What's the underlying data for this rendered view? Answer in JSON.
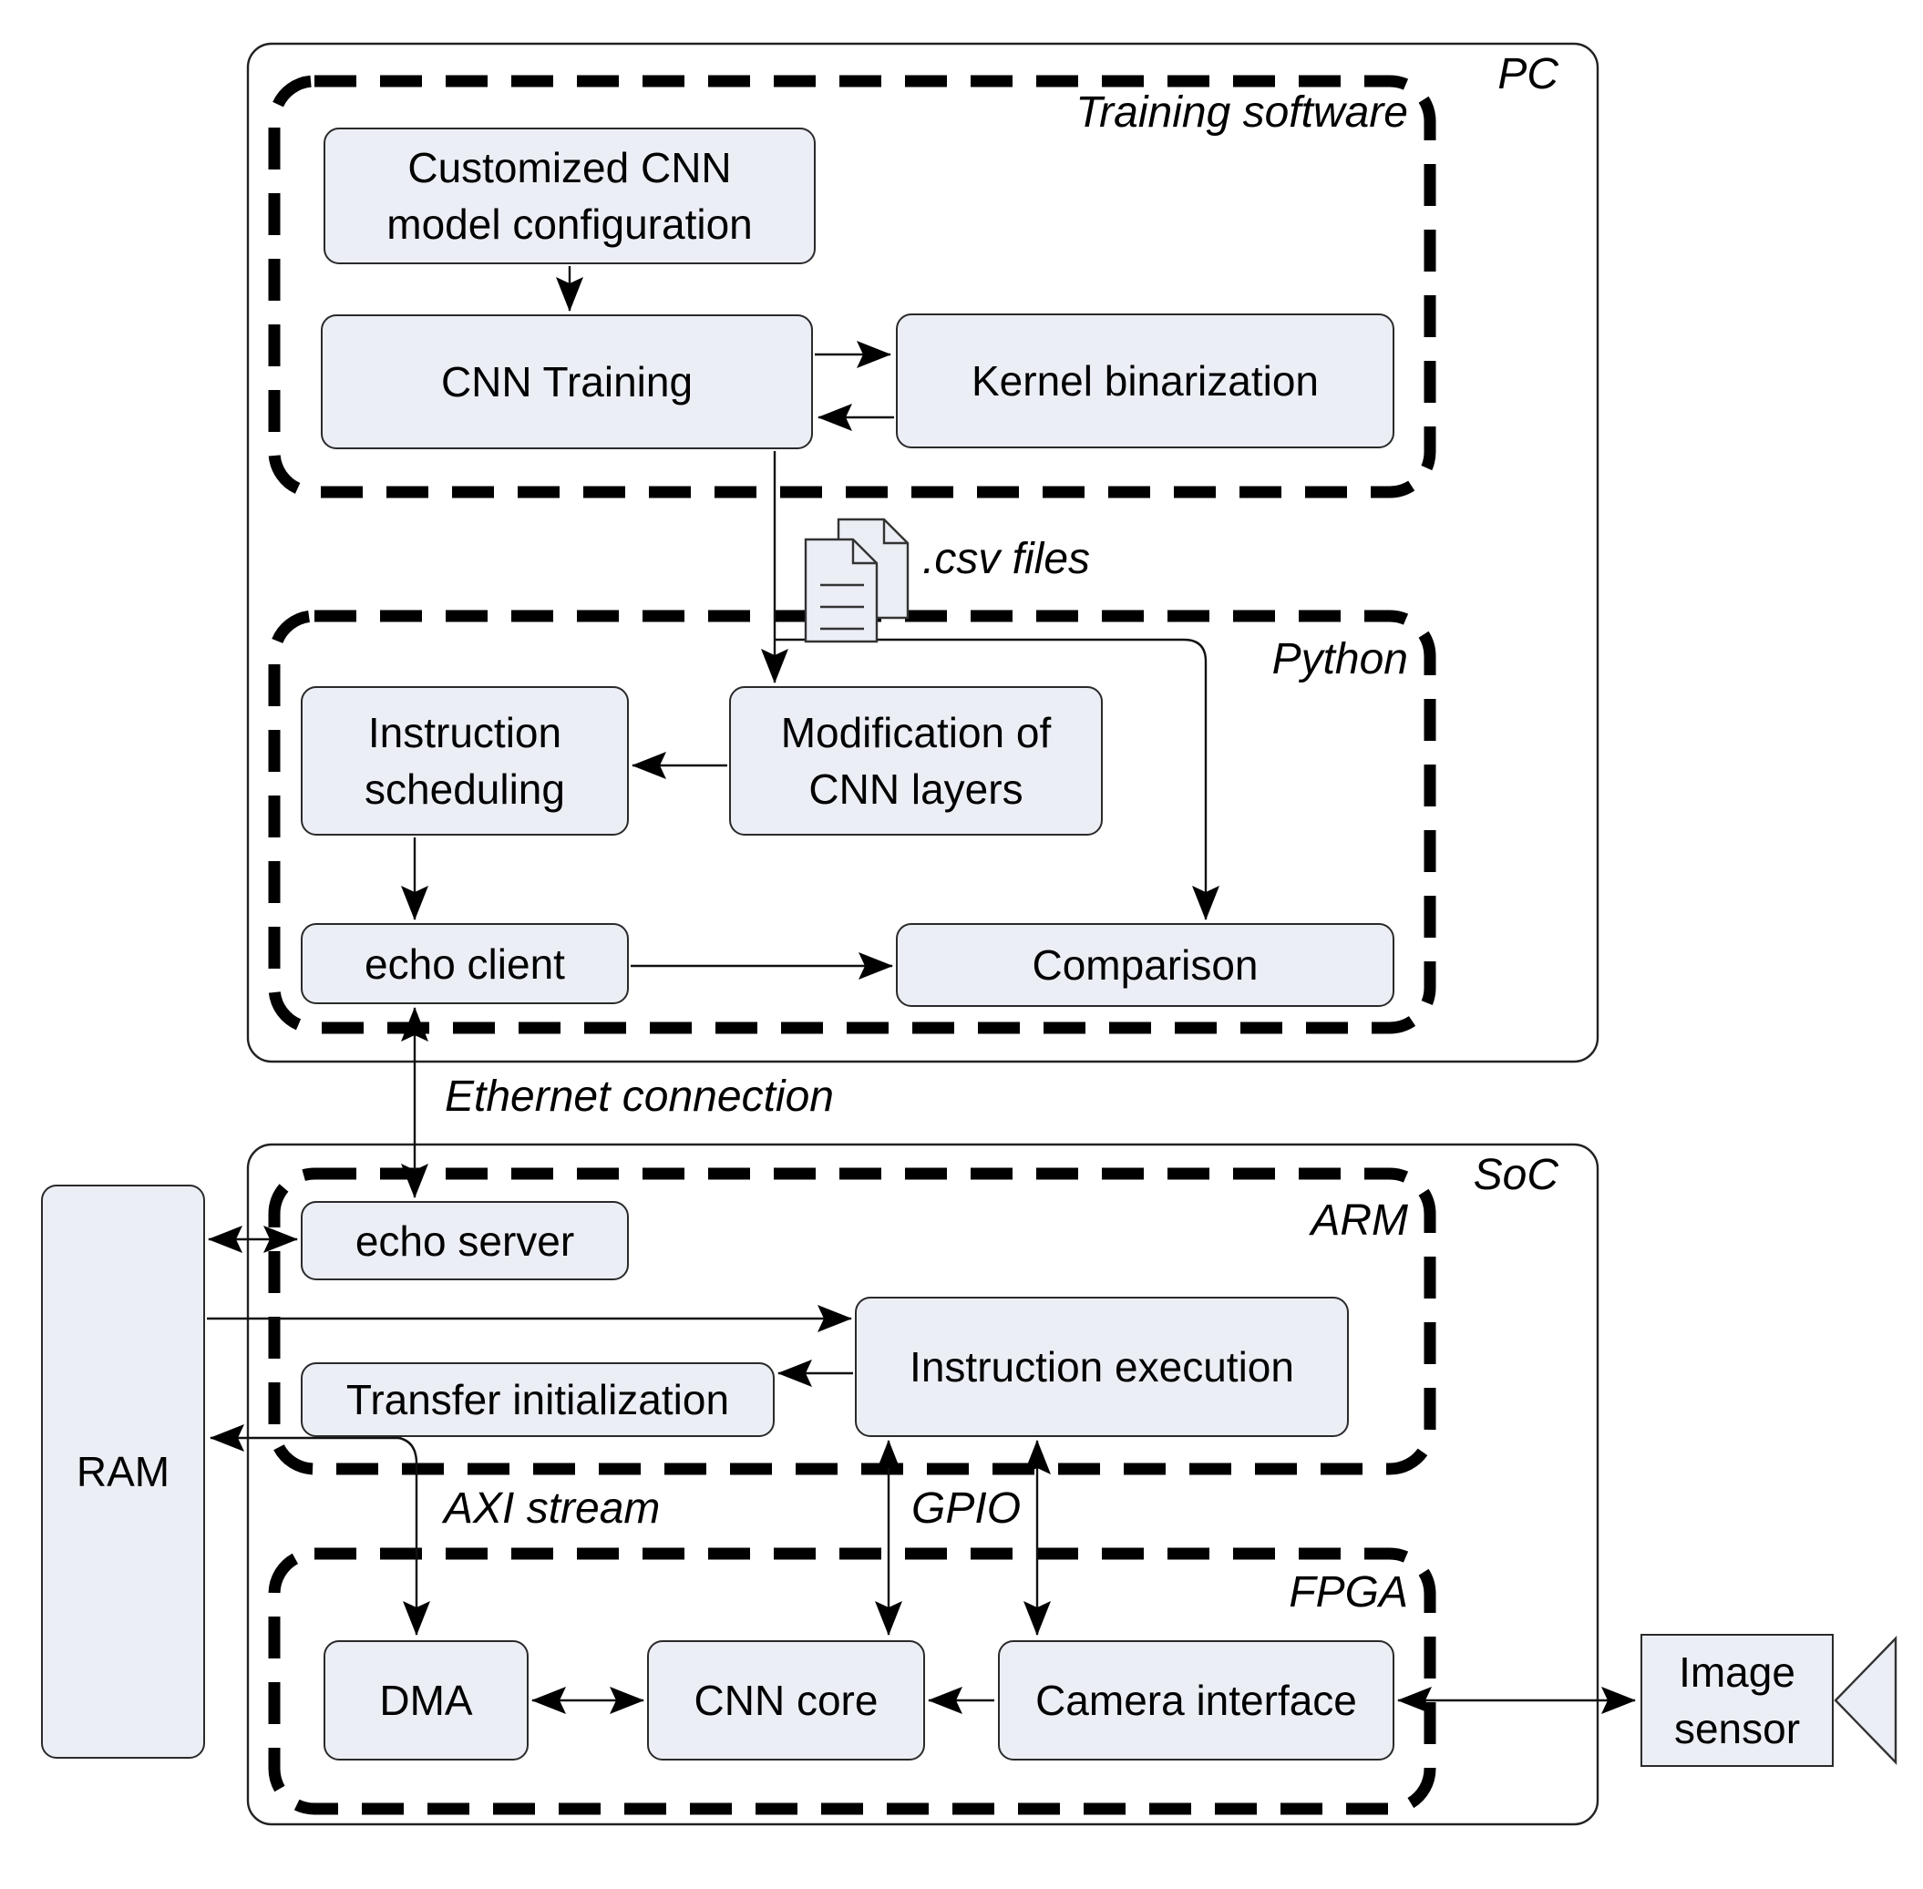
{
  "containers": {
    "pc": {
      "label": "PC"
    },
    "training_software": {
      "label": "Training software"
    },
    "python": {
      "label": "Python"
    },
    "soc": {
      "label": "SoC"
    },
    "arm": {
      "label": "ARM"
    },
    "fpga": {
      "label": "FPGA"
    }
  },
  "nodes": {
    "customized": {
      "lines": [
        "Customized CNN",
        "model configuration"
      ]
    },
    "cnn_training": {
      "lines": [
        "CNN Training"
      ]
    },
    "kernel_binarization": {
      "lines": [
        "Kernel binarization"
      ]
    },
    "modification": {
      "lines": [
        "Modification of",
        "CNN layers"
      ]
    },
    "instruction_scheduling": {
      "lines": [
        "Instruction",
        "scheduling"
      ]
    },
    "echo_client": {
      "lines": [
        "echo client"
      ]
    },
    "comparison": {
      "lines": [
        "Comparison"
      ]
    },
    "echo_server": {
      "lines": [
        "echo server"
      ]
    },
    "instruction_execution": {
      "lines": [
        "Instruction execution"
      ]
    },
    "transfer_initialization": {
      "lines": [
        "Transfer initialization"
      ]
    },
    "ram": {
      "lines": [
        "RAM"
      ]
    },
    "dma": {
      "lines": [
        "DMA"
      ]
    },
    "cnn_core": {
      "lines": [
        "CNN core"
      ]
    },
    "camera_interface": {
      "lines": [
        "Camera interface"
      ]
    },
    "image_sensor": {
      "lines": [
        "Image",
        "sensor"
      ]
    }
  },
  "connection_labels": {
    "csv_files": ".csv files",
    "ethernet": "Ethernet connection",
    "axi_stream": "AXI stream",
    "gpio": "GPIO"
  },
  "colors": {
    "node_fill": "#ebeef5",
    "line": "#111111",
    "dash_border": "#000000"
  }
}
